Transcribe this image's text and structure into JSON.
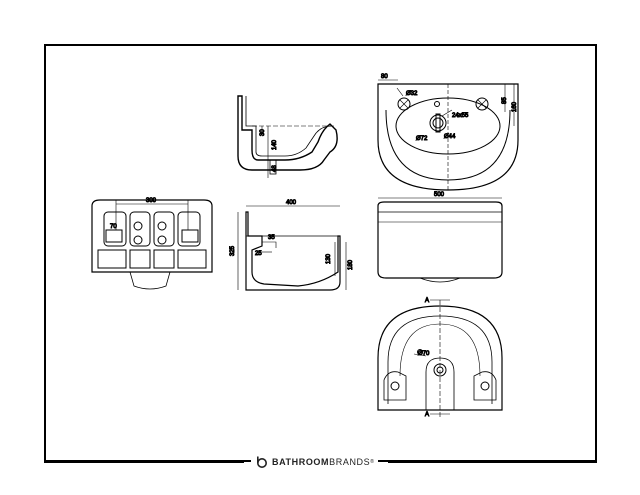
{
  "drawing": {
    "views": {
      "top_right": {
        "labels": [
          "80",
          "Ø32",
          "85",
          "160",
          "24x55",
          "Ø72",
          "Ø44"
        ]
      },
      "section_top": {
        "labels": [
          "30",
          "140",
          "48"
        ]
      },
      "rear": {
        "labels": [
          "300",
          "70"
        ]
      },
      "side": {
        "labels": [
          "400",
          "325",
          "35",
          "25",
          "130",
          "180"
        ]
      },
      "front": {
        "labels": [
          "500"
        ]
      },
      "plan": {
        "labels": [
          "A",
          "Ø70",
          "A"
        ]
      }
    }
  },
  "footer": {
    "brand_bold": "BATHROOM",
    "brand_light": "BRANDS",
    "brand_mark": "®"
  },
  "colors": {
    "line": "#000000",
    "background": "#ffffff",
    "brand": "#222222"
  }
}
